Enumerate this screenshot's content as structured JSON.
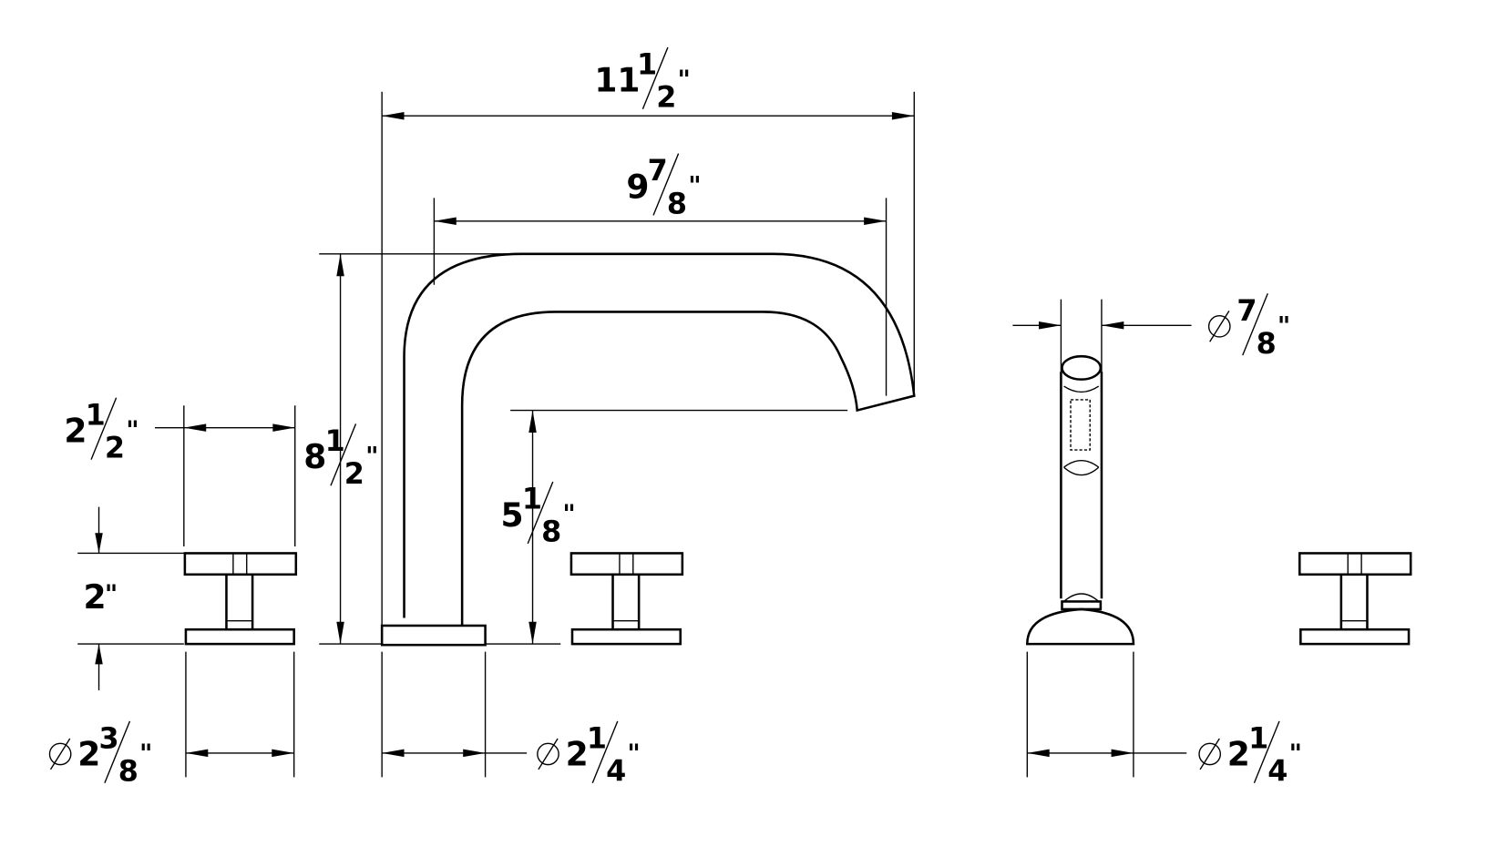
{
  "title": "Faucet dimension drawing",
  "dimensions": {
    "overall_reach": {
      "whole": "11",
      "num": "1",
      "den": "2",
      "unit": "\"",
      "diameter": false
    },
    "spout_reach": {
      "whole": "9",
      "num": "7",
      "den": "8",
      "unit": "\"",
      "diameter": false
    },
    "overall_height": {
      "whole": "8",
      "num": "1",
      "den": "2",
      "unit": "\"",
      "diameter": false
    },
    "spout_height": {
      "whole": "5",
      "num": "1",
      "den": "8",
      "unit": "\"",
      "diameter": false
    },
    "handle_width": {
      "whole": "2",
      "num": "1",
      "den": "2",
      "unit": "\"",
      "diameter": false
    },
    "handle_height": {
      "whole": "2",
      "num": "",
      "den": "",
      "unit": "\"",
      "diameter": false
    },
    "handle_base_diameter": {
      "whole": "2",
      "num": "3",
      "den": "8",
      "unit": "\"",
      "diameter": true
    },
    "spout_base_diameter": {
      "whole": "2",
      "num": "1",
      "den": "4",
      "unit": "\"",
      "diameter": true
    },
    "handshower_diameter": {
      "whole": "",
      "num": "7",
      "den": "8",
      "unit": "\"",
      "diameter": true
    },
    "handshower_base_diameter": {
      "whole": "2",
      "num": "1",
      "den": "4",
      "unit": "\"",
      "diameter": true
    }
  }
}
